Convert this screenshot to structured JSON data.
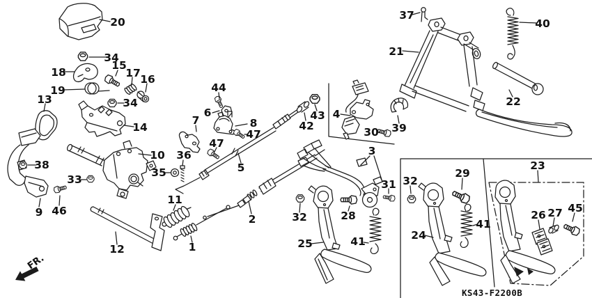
{
  "diagram": {
    "code": "KS43-F2200B",
    "direction_label": "FR.",
    "callouts": [
      {
        "ref": "20"
      },
      {
        "ref": "37"
      },
      {
        "ref": "40"
      },
      {
        "ref": "34"
      },
      {
        "ref": "18"
      },
      {
        "ref": "15"
      },
      {
        "ref": "17"
      },
      {
        "ref": "16"
      },
      {
        "ref": "21"
      },
      {
        "ref": "19"
      },
      {
        "ref": "44"
      },
      {
        "ref": "13"
      },
      {
        "ref": "34"
      },
      {
        "ref": "43"
      },
      {
        "ref": "22"
      },
      {
        "ref": "14"
      },
      {
        "ref": "6"
      },
      {
        "ref": "8"
      },
      {
        "ref": "42"
      },
      {
        "ref": "4"
      },
      {
        "ref": "7"
      },
      {
        "ref": "39"
      },
      {
        "ref": "30"
      },
      {
        "ref": "10"
      },
      {
        "ref": "47"
      },
      {
        "ref": "47"
      },
      {
        "ref": "36"
      },
      {
        "ref": "35"
      },
      {
        "ref": "38"
      },
      {
        "ref": "5"
      },
      {
        "ref": "3"
      },
      {
        "ref": "33"
      },
      {
        "ref": "31"
      },
      {
        "ref": "32"
      },
      {
        "ref": "29"
      },
      {
        "ref": "23"
      },
      {
        "ref": "9"
      },
      {
        "ref": "46"
      },
      {
        "ref": "11"
      },
      {
        "ref": "2"
      },
      {
        "ref": "28"
      },
      {
        "ref": "26"
      },
      {
        "ref": "27"
      },
      {
        "ref": "45"
      },
      {
        "ref": "25"
      },
      {
        "ref": "24"
      },
      {
        "ref": "41"
      },
      {
        "ref": "41"
      },
      {
        "ref": "12"
      },
      {
        "ref": "1"
      },
      {
        "ref": "32"
      }
    ]
  }
}
